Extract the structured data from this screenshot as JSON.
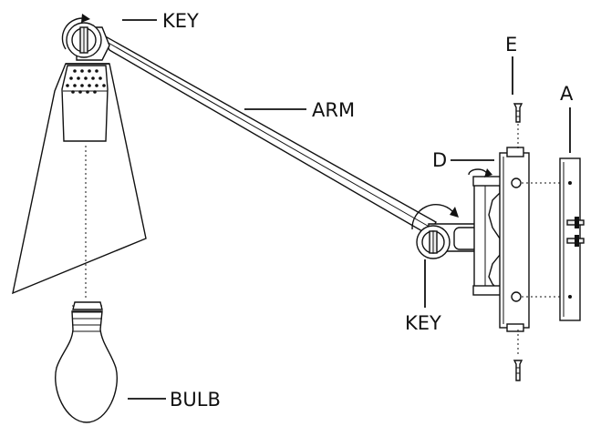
{
  "labels": {
    "key_top": "KEY",
    "arm": "ARM",
    "key_bottom": "KEY",
    "bulb": "BULB",
    "e": "E",
    "a": "A",
    "d": "D"
  },
  "icons": [
    "rotate-clockwise-arrow",
    "rotate-arrow",
    "rotate-counterclockwise-arrow"
  ]
}
